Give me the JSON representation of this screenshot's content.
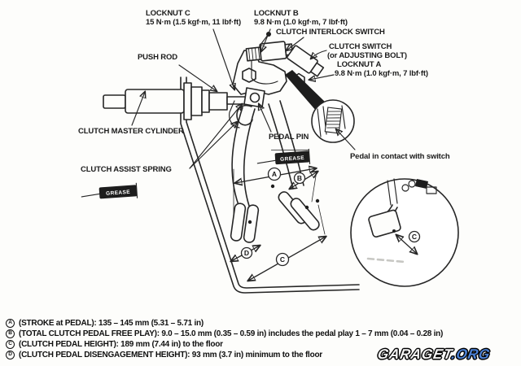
{
  "labels": {
    "locknut_c": {
      "name": "LOCKNUT C",
      "torque": "15 N·m (1.5 kgf·m, 11 lbf·ft)"
    },
    "locknut_b": {
      "name": "LOCKNUT B",
      "torque": "9.8 N·m (1.0 kgf·m, 7 lbf·ft)"
    },
    "interlock_switch": "CLUTCH INTERLOCK SWITCH",
    "clutch_switch": "CLUTCH SWITCH",
    "clutch_switch_alt": "(or ADJUSTING BOLT)",
    "locknut_a": {
      "name": "LOCKNUT A",
      "torque": "9.8 N·m (1.0 kgf·m, 7 lbf·ft)"
    },
    "push_rod": "PUSH ROD",
    "master_cylinder": "CLUTCH MASTER CYLINDER",
    "assist_spring": "CLUTCH ASSIST SPRING",
    "pedal_pin": "PEDAL PIN",
    "pedal_contact": "Pedal in contact with switch",
    "grease": "GREASE"
  },
  "measurements": {
    "a": {
      "letter": "A",
      "text": "(STROKE at PEDAL): 135 – 145 mm (5.31 – 5.71 in)"
    },
    "b": {
      "letter": "B",
      "text": "(TOTAL CLUTCH PEDAL FREE PLAY): 9.0 – 15.0 mm (0.35 – 0.59 in) includes the pedal play 1 – 7 mm (0.04 – 0.28 in)"
    },
    "c": {
      "letter": "C",
      "text": "(CLUTCH PEDAL HEIGHT): 189 mm (7.44 in) to the floor"
    },
    "d": {
      "letter": "D",
      "text": "(CLUTCH PEDAL DISENGAGEMENT HEIGHT): 93 mm (3.7 in) minimum to the floor"
    }
  },
  "watermark": {
    "main": "GARAGET",
    "suffix": ".ORG",
    "suffix_color": "#4b80d4"
  }
}
